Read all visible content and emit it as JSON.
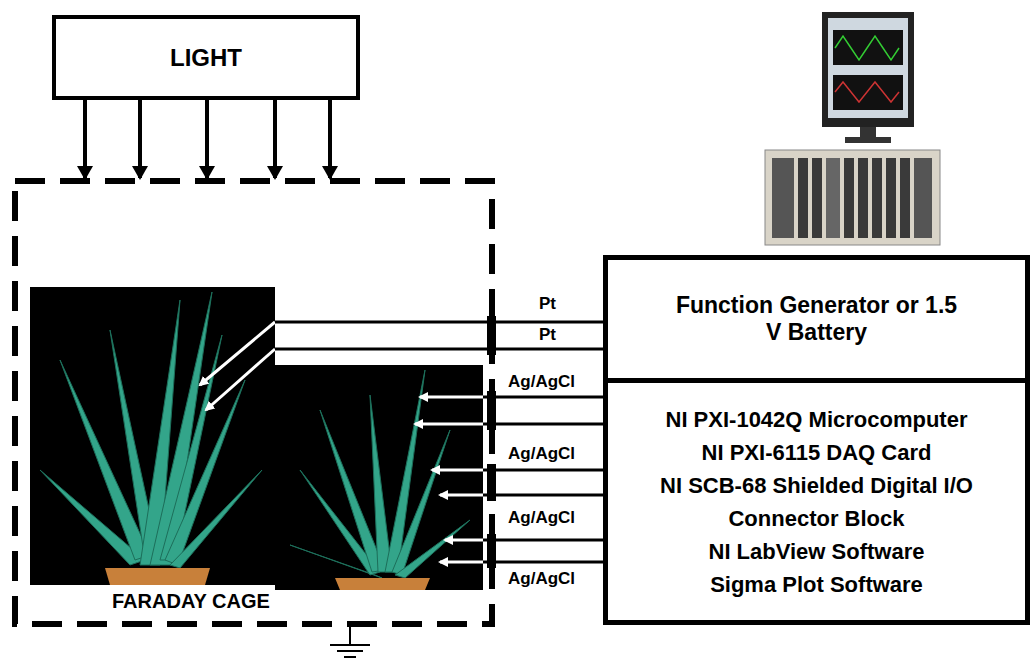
{
  "diagram": {
    "nodes": [
      {
        "text": [
          "LIGHT"
        ]
      },
      {
        "text": [
          "FARADAY CAGE"
        ]
      },
      {
        "text": [
          "Function Generator or 1.5 V Battery"
        ]
      },
      {
        "text": [
          "NI PXI-1042Q Microcomputer",
          "NI PXI-6115 DAQ Card",
          "NI SCB-68 Shielded Digital I/O Connector Block",
          "NI LabView Software",
          "Sigma Plot Software"
        ]
      }
    ],
    "edges": [
      {
        "from": 0,
        "to": 1,
        "arrow": "to"
      },
      {
        "from": 0,
        "to": 1,
        "arrow": "to"
      },
      {
        "from": 0,
        "to": 1,
        "arrow": "to"
      },
      {
        "from": 0,
        "to": 1,
        "arrow": "to"
      },
      {
        "from": 0,
        "to": 1,
        "arrow": "to"
      }
    ],
    "labels": [
      "Pt",
      "Pt",
      "Ag/AgCl",
      "Ag/AgCl",
      "Ag/AgCl",
      "Ag/AgCl"
    ]
  }
}
